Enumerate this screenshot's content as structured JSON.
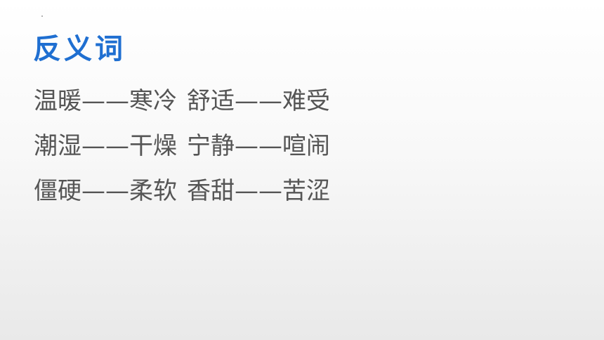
{
  "slide": {
    "title": "反义词",
    "lines": [
      {
        "pairs": [
          "温暖——寒冷",
          "舒适——难受"
        ]
      },
      {
        "pairs": [
          "潮湿——干燥",
          "宁静——喧闹"
        ]
      },
      {
        "pairs": [
          "僵硬——柔软",
          "香甜——苦涩"
        ]
      }
    ]
  },
  "colors": {
    "title": "#1f6fd1",
    "body_text": "#555555"
  }
}
